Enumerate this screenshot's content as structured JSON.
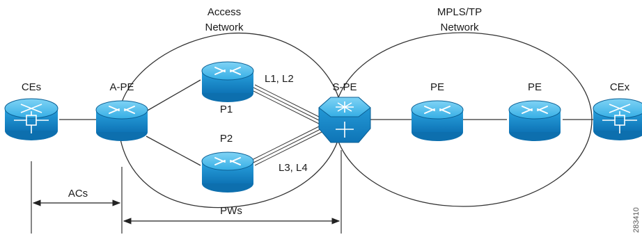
{
  "diagram": {
    "clouds": {
      "access_line1": "Access",
      "access_line2": "Network",
      "mpls_line1": "MPLS/TP",
      "mpls_line2": "Network"
    },
    "nodes": {
      "ces": "CEs",
      "ape": "A-PE",
      "p1": "P1",
      "p2": "P2",
      "spe": "S-PE",
      "pe1": "PE",
      "pe2": "PE",
      "cex": "CEx"
    },
    "links": {
      "l1l2": "L1, L2",
      "l3l4": "L3, L4"
    },
    "spans": {
      "acs": "ACs",
      "pws": "PWs"
    },
    "figure_id": "283410"
  },
  "colors": {
    "router_body": "#1a8fd0",
    "router_dark": "#0d6fae",
    "router_top": "#5cc0ee",
    "line": "#333333"
  }
}
